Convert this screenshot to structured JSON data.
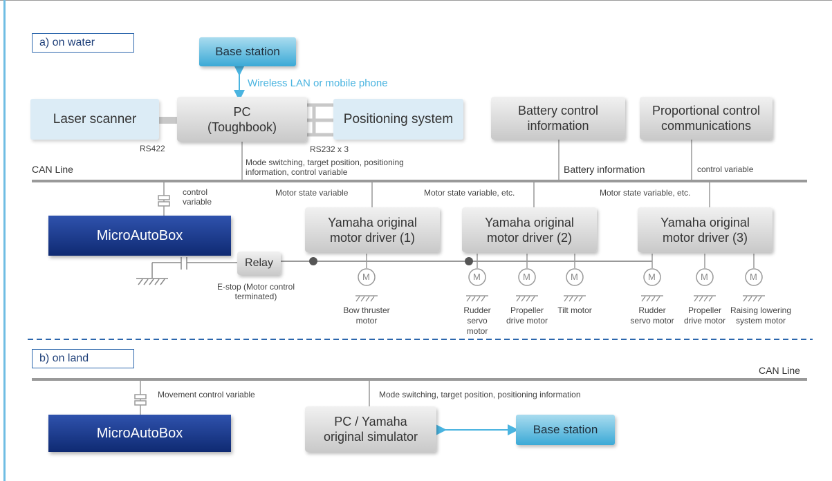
{
  "sections": {
    "water": "a) on water",
    "land": "b) on land"
  },
  "water": {
    "base_station": "Base station",
    "wireless": "Wireless LAN or mobile phone",
    "laser_scanner": "Laser scanner",
    "pc": "PC\n(Toughbook)",
    "positioning": "Positioning system",
    "battery_ctrl": "Battery control information",
    "proportional": "Proportional control communications",
    "rs422": "RS422",
    "rs232": "RS232 x 3",
    "pc_can": "Mode switching, target position, positioning information, control variable",
    "can_line": "CAN Line",
    "battery_info": "Battery information",
    "control_variable": "control variable",
    "mab_control": "control variable",
    "microautobox": "MicroAutoBox",
    "motor_state_1": "Motor state variable",
    "motor_state_2": "Motor state variable, etc.",
    "motor_state_3": "Motor state variable, etc.",
    "driver_1": "Yamaha original motor driver (1)",
    "driver_2": "Yamaha original motor driver (2)",
    "driver_3": "Yamaha original motor driver (3)",
    "relay": "Relay",
    "estop": "E-stop (Motor control terminated)",
    "motor_symbol": "M",
    "motors": [
      "Bow thruster motor",
      "Rudder servo motor",
      "Propeller drive motor",
      "Tilt motor",
      "Rudder servo motor",
      "Propeller drive motor",
      "Raising lowering system motor"
    ]
  },
  "land": {
    "can_line": "CAN Line",
    "movement": "Movement control variable",
    "mode": "Mode switching, target position, positioning information",
    "microautobox": "MicroAutoBox",
    "simulator": "PC / Yamaha original simulator",
    "base_station": "Base station"
  },
  "colors": {
    "accent_blue": "#2b66ac",
    "wireless_blue": "#4ab4e0",
    "microautobox": "#1a3a8c",
    "line_gray": "#999999"
  }
}
